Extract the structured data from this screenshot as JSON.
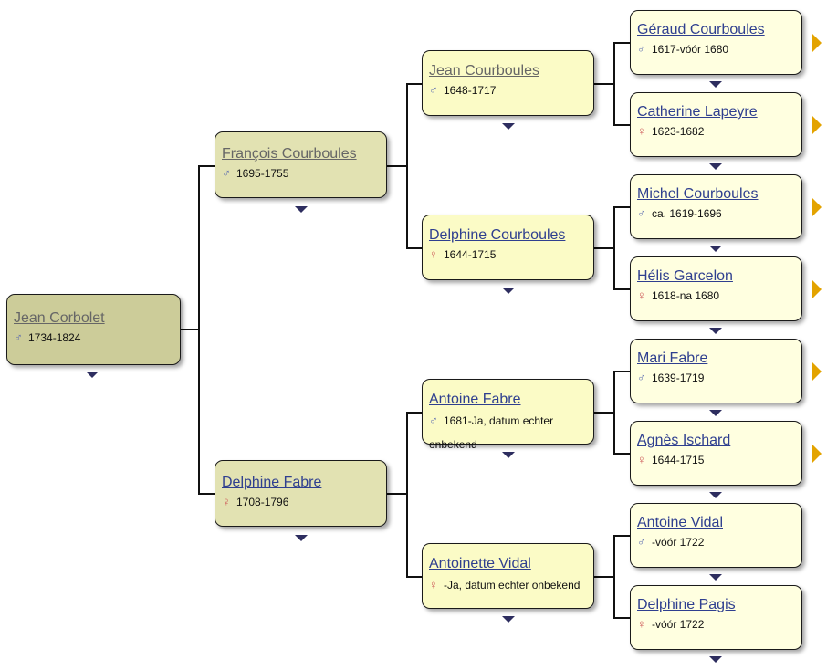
{
  "tree": {
    "root": {
      "name": "Jean Corbolet",
      "gender": "male",
      "dates": "1734-1824"
    },
    "parents": [
      {
        "name": "François Courboules",
        "gender": "male",
        "dates": "1695-1755"
      },
      {
        "name": "Delphine Fabre",
        "gender": "female",
        "dates": "1708-1796"
      }
    ],
    "grandparents": [
      {
        "name": "Jean Courboules",
        "gender": "male",
        "dates": "1648-1717"
      },
      {
        "name": "Delphine Courboules",
        "gender": "female",
        "dates": "1644-1715"
      },
      {
        "name": "Antoine Fabre",
        "gender": "male",
        "dates": "1681-Ja, datum echter onbekend"
      },
      {
        "name": "Antoinette Vidal",
        "gender": "female",
        "dates": "-Ja, datum echter onbekend"
      }
    ],
    "great_grandparents": [
      {
        "name": "Géraud Courboules",
        "gender": "male",
        "dates": "1617-vóór 1680"
      },
      {
        "name": "Catherine Lapeyre",
        "gender": "female",
        "dates": "1623-1682"
      },
      {
        "name": "Michel Courboules",
        "gender": "male",
        "dates": "ca. 1619-1696"
      },
      {
        "name": "Hélis Garcelon",
        "gender": "female",
        "dates": "1618-na 1680"
      },
      {
        "name": "Mari Fabre",
        "gender": "male",
        "dates": "1639-1719"
      },
      {
        "name": "Agnès Ischard",
        "gender": "female",
        "dates": "1644-1715"
      },
      {
        "name": "Antoine Vidal",
        "gender": "male",
        "dates": "-vóór 1722"
      },
      {
        "name": "Delphine Pagis",
        "gender": "female",
        "dates": "-vóór 1722"
      }
    ]
  },
  "colors": {
    "gen0": "#cccc99",
    "gen1": "#e2e2b2",
    "gen2": "#fbfbc6",
    "gen3": "#ffffe0",
    "link": "#2f3f8f",
    "visited": "#666666",
    "male_symbol": "#5a6ab0",
    "female_symbol": "#cc5555",
    "expand_arrow": "#e3a300",
    "collapse_triangle": "#2d2d5f"
  },
  "icons": {
    "male": "male-symbol-icon",
    "female": "female-symbol-icon",
    "expand": "expand-arrow-icon",
    "menu": "dropdown-triangle-icon"
  }
}
